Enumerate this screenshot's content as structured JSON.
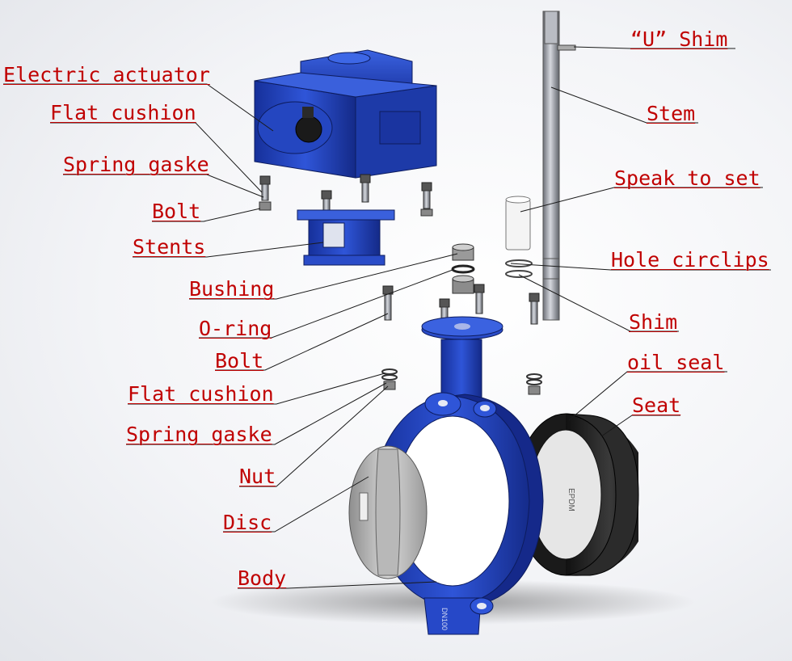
{
  "labels": {
    "electric_actuator": "Electric actuator",
    "flat_cushion_top": "Flat cushion",
    "spring_gaske_top": "Spring gaske",
    "bolt_top": "Bolt",
    "stents": "Stents",
    "bushing": "Bushing",
    "o_ring": "O-ring",
    "bolt_mid": "Bolt",
    "flat_cushion_mid": "Flat cushion",
    "spring_gaske_mid": "Spring gaske",
    "nut": "Nut",
    "disc": "Disc",
    "body": "Body",
    "u_shim": "“U” Shim",
    "stem": "Stem",
    "speak_to_set": "Speak to set",
    "hole_circlips": "Hole circlips",
    "shim": "Shim",
    "oil_seal": "oil seal",
    "seat": "Seat"
  },
  "markings": {
    "seat_text": "EPDM",
    "body_text": "DN100"
  },
  "colors": {
    "label_text": "#c00000",
    "leader_line": "#1a1a1a",
    "body_blue": "#1f3fb8",
    "metal_grey": "#9a9ea6",
    "seat_black": "#262626"
  }
}
